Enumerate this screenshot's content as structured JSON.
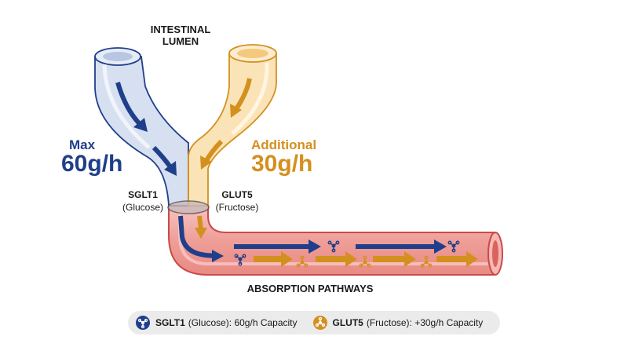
{
  "labels": {
    "lumen": "INTESTINAL LUMEN",
    "pathways": "ABSORPTION PATHWAYS"
  },
  "glucose": {
    "rate_word": "Max",
    "rate_value": "60g/h",
    "transporter": "SGLT1",
    "sugar": "(Glucose)",
    "color": "#1f3f8a",
    "tube_fill": "#d6e0f0",
    "icon": "glucose-molecule-icon"
  },
  "fructose": {
    "rate_word": "Additional",
    "rate_value": "30g/h",
    "transporter": "GLUT5",
    "sugar": "(Fructose)",
    "color": "#d4901e",
    "tube_fill": "#fbe3b8",
    "icon": "fructose-molecule-icon"
  },
  "vessel": {
    "fill": "#f2a8a4",
    "outline": "#c94a4a"
  },
  "legend": {
    "glucose_name": "SGLT1",
    "glucose_text": "(Glucose): 60g/h Capacity",
    "fructose_name": "GLUT5",
    "fructose_text": "(Fructose): +30g/h Capacity",
    "background": "#ebebeb"
  }
}
